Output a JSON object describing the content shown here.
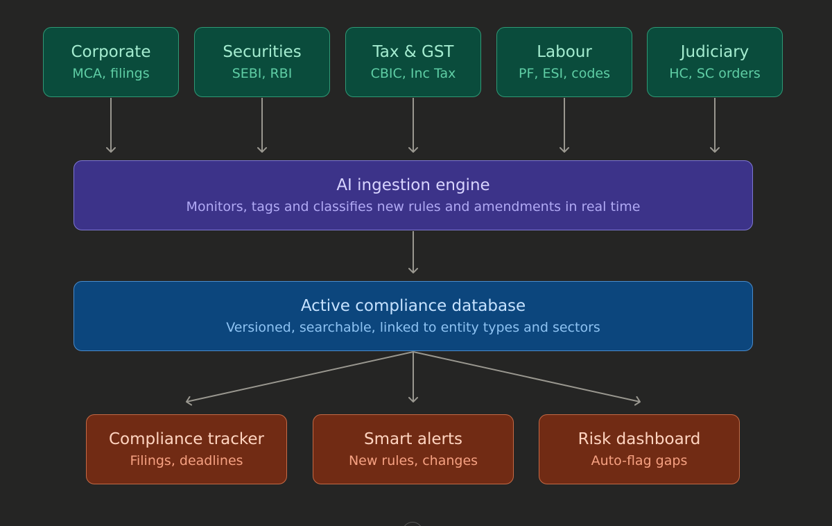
{
  "sources": [
    {
      "title": "Corporate",
      "sub": "MCA, filings"
    },
    {
      "title": "Securities",
      "sub": "SEBI, RBI"
    },
    {
      "title": "Tax & GST",
      "sub": "CBIC, Inc Tax"
    },
    {
      "title": "Labour",
      "sub": "PF, ESI, codes"
    },
    {
      "title": "Judiciary",
      "sub": "HC, SC orders"
    }
  ],
  "engine": {
    "title": "AI ingestion engine",
    "sub": "Monitors, tags and classifies new rules and amendments in real time"
  },
  "database": {
    "title": "Active compliance database",
    "sub": "Versioned, searchable, linked to entity types and sectors"
  },
  "outputs": [
    {
      "title": "Compliance tracker",
      "sub": "Filings, deadlines"
    },
    {
      "title": "Smart alerts",
      "sub": "New rules, changes"
    },
    {
      "title": "Risk dashboard",
      "sub": "Auto-flag gaps"
    }
  ],
  "colors": {
    "background": "#252524",
    "source_fill": "#0a4c3c",
    "engine_fill": "#3c3389",
    "database_fill": "#0c467d",
    "output_fill": "#712b14",
    "arrow": "#9a9890"
  }
}
